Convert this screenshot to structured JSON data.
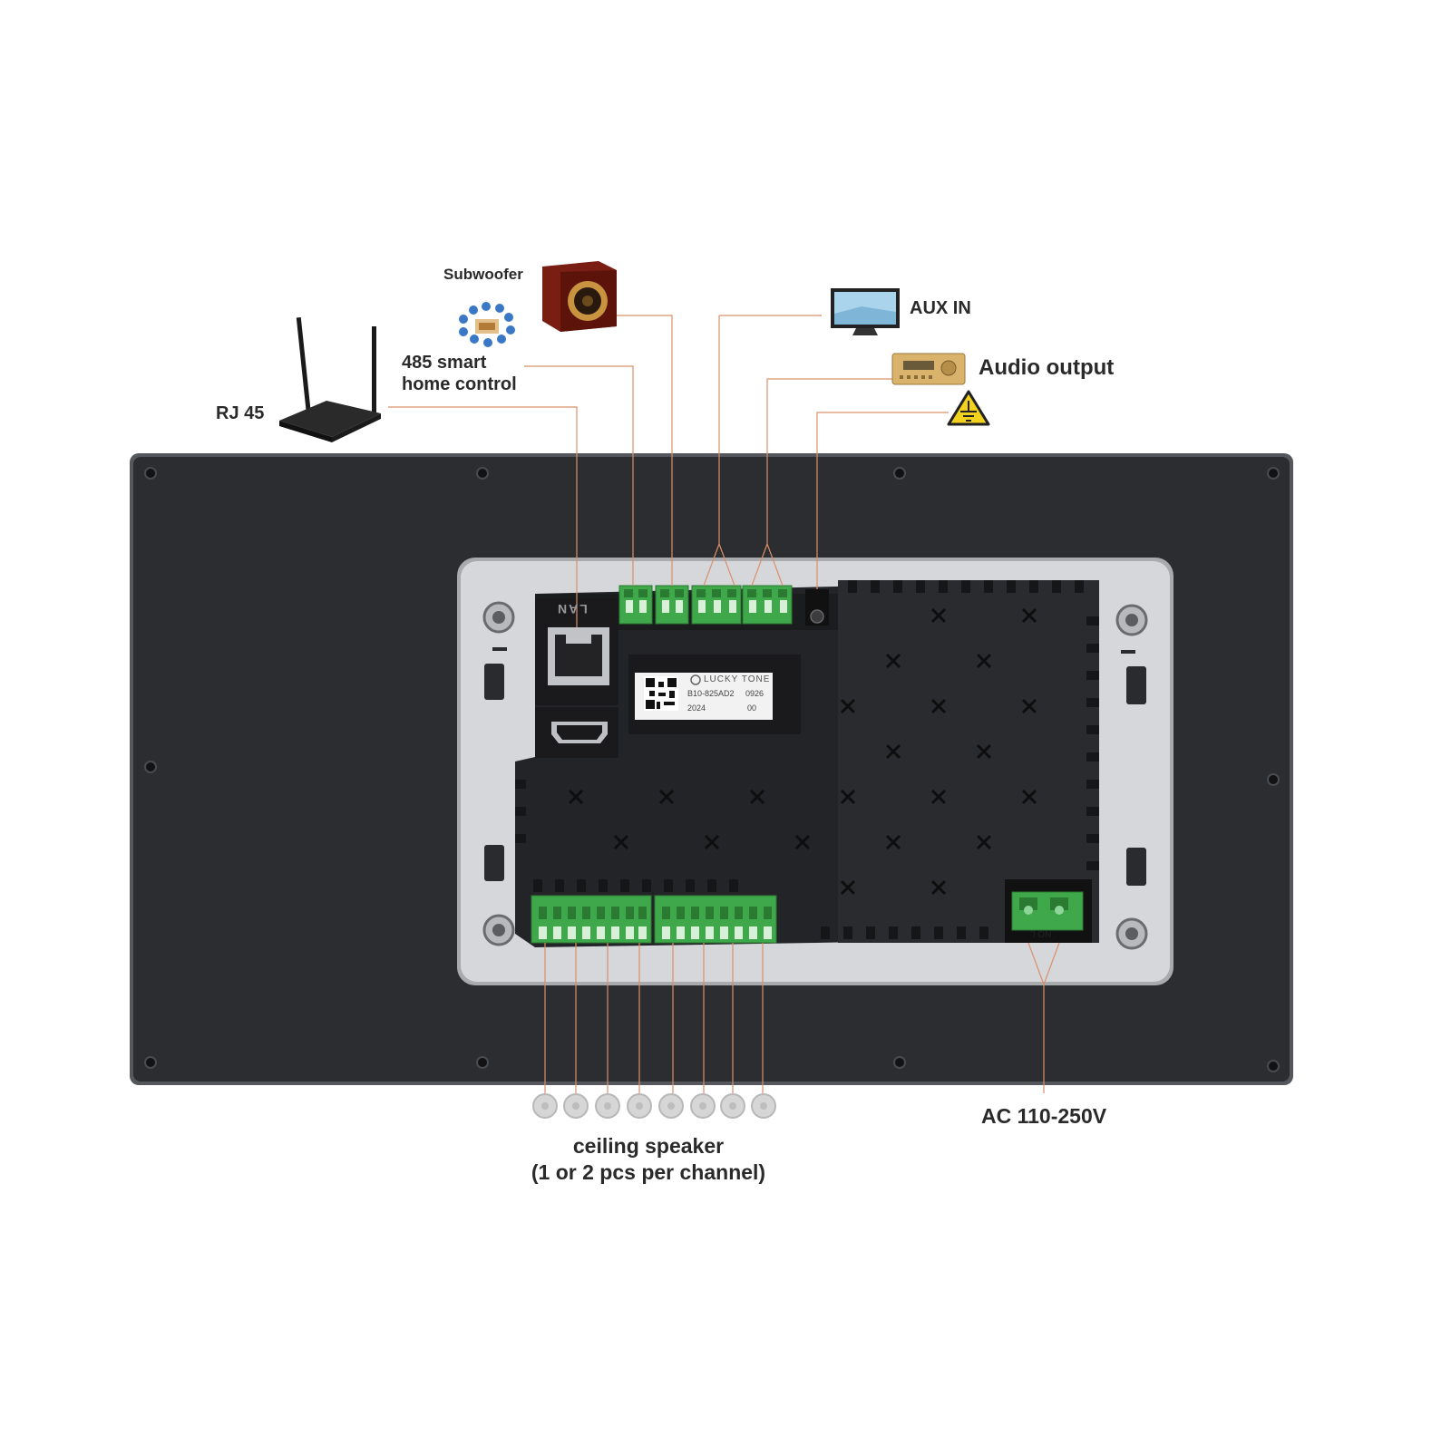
{
  "labels": {
    "subwoofer": "Subwoofer",
    "rj45": "RJ 45",
    "smart_home_line1": "485 smart",
    "smart_home_line2": "home control",
    "aux_in": "AUX IN",
    "audio_output": "Audio output",
    "ac_power": "AC 110-250V",
    "ceiling_speaker_line1": "ceiling speaker",
    "ceiling_speaker_line2": "(1 or 2 pcs per channel)"
  },
  "device": {
    "port_label": "LAN",
    "power_terminal_label": "NO  L",
    "sticker_brand": "LUCKY TONE",
    "sticker_model": "B10-825AD2",
    "sticker_code": "0926",
    "sticker_year": "2024",
    "sticker_serial": "00"
  },
  "colors": {
    "panel": "#2c2d30",
    "bezel": "#c9cacd",
    "module": "#232427",
    "terminal_green": "#3fa84a",
    "leader_line": "#d9906a",
    "warning_yellow": "#f2d21c"
  },
  "speaker_count": 8,
  "icons": [
    "router-icon",
    "subwoofer-icon",
    "smart-home-icon",
    "tv-icon",
    "amplifier-icon",
    "ground-warning-icon",
    "ceiling-speaker-icon"
  ]
}
